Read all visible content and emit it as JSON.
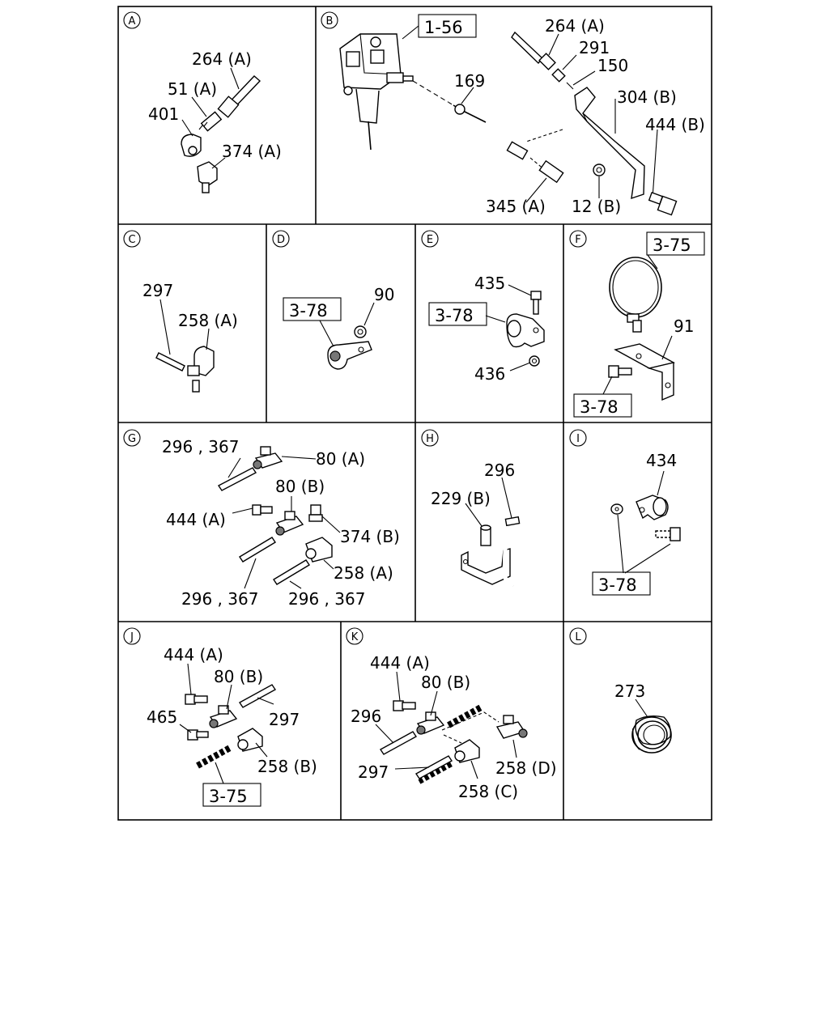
{
  "panels": {
    "A": {
      "letter": "A",
      "labels": [
        "264 (A)",
        "51 (A)",
        "401",
        "374 (A)"
      ]
    },
    "B": {
      "letter": "B",
      "ref": "1-56",
      "labels": [
        "264 (A)",
        "291",
        "150",
        "169",
        "304 (B)",
        "444 (B)",
        "345 (A)",
        "12 (B)"
      ]
    },
    "C": {
      "letter": "C",
      "labels": [
        "297",
        "258 (A)"
      ]
    },
    "D": {
      "letter": "D",
      "ref": "3-78",
      "labels": [
        "90"
      ]
    },
    "E": {
      "letter": "E",
      "ref": "3-78",
      "labels": [
        "435",
        "436"
      ]
    },
    "F": {
      "letter": "F",
      "refs": [
        "3-75",
        "3-78"
      ],
      "labels": [
        "91"
      ]
    },
    "G": {
      "letter": "G",
      "labels": [
        "296 , 367",
        "80 (A)",
        "80 (B)",
        "444 (A)",
        "374 (B)",
        "258 (A)",
        "296 , 367",
        "296 , 367"
      ]
    },
    "H": {
      "letter": "H",
      "labels": [
        "296",
        "229 (B)"
      ]
    },
    "I": {
      "letter": "I",
      "ref": "3-78",
      "labels": [
        "434"
      ]
    },
    "J": {
      "letter": "J",
      "ref": "3-75",
      "labels": [
        "444 (A)",
        "80 (B)",
        "465",
        "297",
        "258 (B)"
      ]
    },
    "K": {
      "letter": "K",
      "labels": [
        "444 (A)",
        "80 (B)",
        "296",
        "297",
        "258 (C)",
        "258 (D)"
      ]
    },
    "L": {
      "letter": "L",
      "labels": [
        "273"
      ]
    }
  }
}
